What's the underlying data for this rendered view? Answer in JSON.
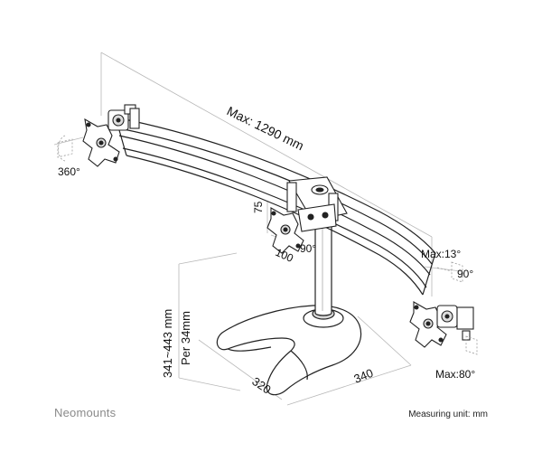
{
  "diagram": {
    "max_width_label": "Max: 1290 mm",
    "rotation_label": "360°",
    "vesa_height_label": "75",
    "vesa_width_label": "100",
    "pivot_label": "90°",
    "tilt_up_label": "Max:13°",
    "tilt_down_label": "90°",
    "swivel_label": "Max:80°",
    "height_range_label": "341~443 mm",
    "height_step_label": "Per 34mm",
    "base_depth_label": "320",
    "base_width_label": "340",
    "line_color": "#222222",
    "dimension_color": "#b8b8b8"
  },
  "footer": {
    "brand": "Neomounts",
    "measuring_unit": "Measuring unit: mm"
  }
}
